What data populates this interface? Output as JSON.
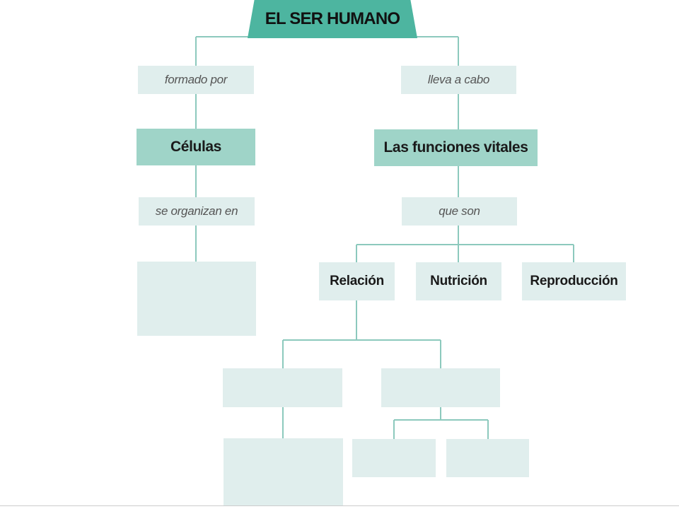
{
  "title": "EL SER HUMANO",
  "left_branch": {
    "link1": "formado por",
    "concept": "Células",
    "link2": "se organizan en"
  },
  "right_branch": {
    "link1": "lleva a cabo",
    "concept": "Las funciones vitales",
    "link2": "que son",
    "functions": [
      "Relación",
      "Nutrición",
      "Reproducción"
    ]
  },
  "colors": {
    "title_fill": "#4db5a0",
    "concept_fill": "#9fd4c8",
    "box_fill": "#e0eeed",
    "connector": "#8cc9bd"
  }
}
